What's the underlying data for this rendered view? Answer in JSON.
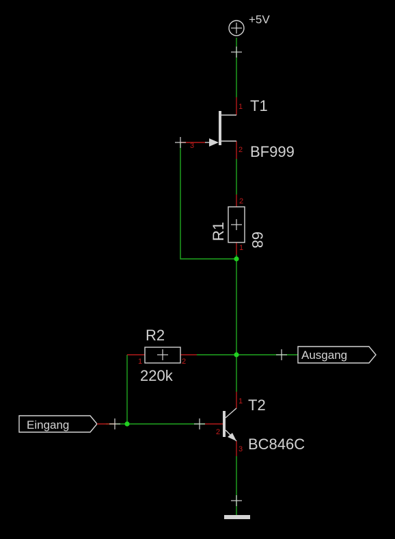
{
  "power": {
    "label": "+5V"
  },
  "components": {
    "t1": {
      "ref": "T1",
      "value": "BF999",
      "pins": [
        "1",
        "2",
        "3"
      ]
    },
    "r1": {
      "ref": "R1",
      "value": "68",
      "pins": [
        "1",
        "2"
      ]
    },
    "r2": {
      "ref": "R2",
      "value": "220k",
      "pins": [
        "1",
        "2"
      ]
    },
    "t2": {
      "ref": "T2",
      "value": "BC846C",
      "pins": [
        "1",
        "2",
        "3"
      ]
    }
  },
  "ports": {
    "input": {
      "label": "Eingang"
    },
    "output": {
      "label": "Ausgang"
    }
  },
  "colors": {
    "background": "#000000",
    "wire": "#21a821",
    "pin": "#b51a1a",
    "symbol": "#d4d4d4"
  }
}
